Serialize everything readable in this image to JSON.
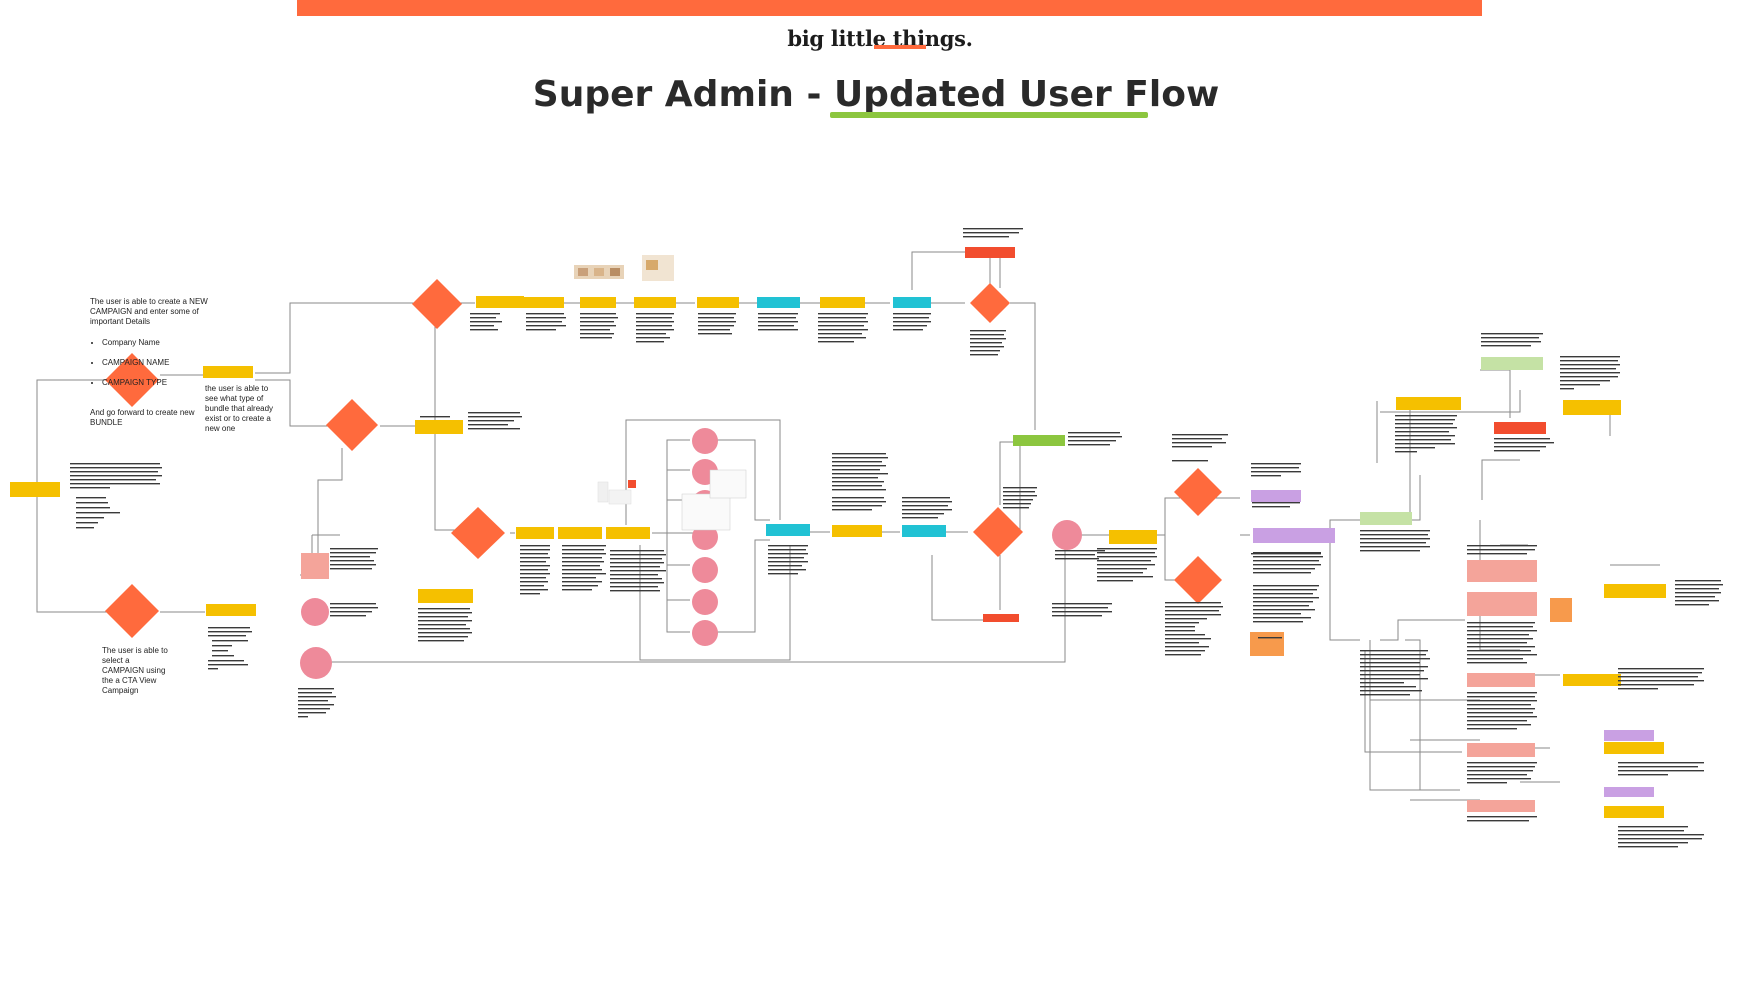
{
  "header": {
    "logo": "big little things.",
    "title_prefix": "Super Admin - ",
    "title_highlight": "Updated User Flow"
  },
  "colors": {
    "accent": "#ff6a3d",
    "diamond": "#ff6a3d",
    "yellow": "#f5c000",
    "teal": "#21c2d4",
    "red": "#f24d2e",
    "green": "#8cc63f",
    "light_green": "#c5e2a5",
    "purple": "#c9a0e3",
    "salmon": "#f4a49a",
    "pink": "#ee8a9a",
    "orange_sticky": "#f79a4c",
    "line": "#8a8a8a",
    "highlight": "#8cc63f"
  },
  "notes": {
    "create_campaign": "The user is able to create a NEW CAMPAIGN and enter some of important Details",
    "create_campaign_items": [
      "Company Name",
      "CAMPAIGN NAME",
      "CAMPAIGN TYPE"
    ],
    "create_campaign_tail": "And go forward to create new BUNDLE",
    "see_bundles": "the user is able to see what type of bundle that already exist or to create a new one",
    "select_campaign": "The user is able to select a CAMPAIGN using the a CTA View Campaign"
  }
}
